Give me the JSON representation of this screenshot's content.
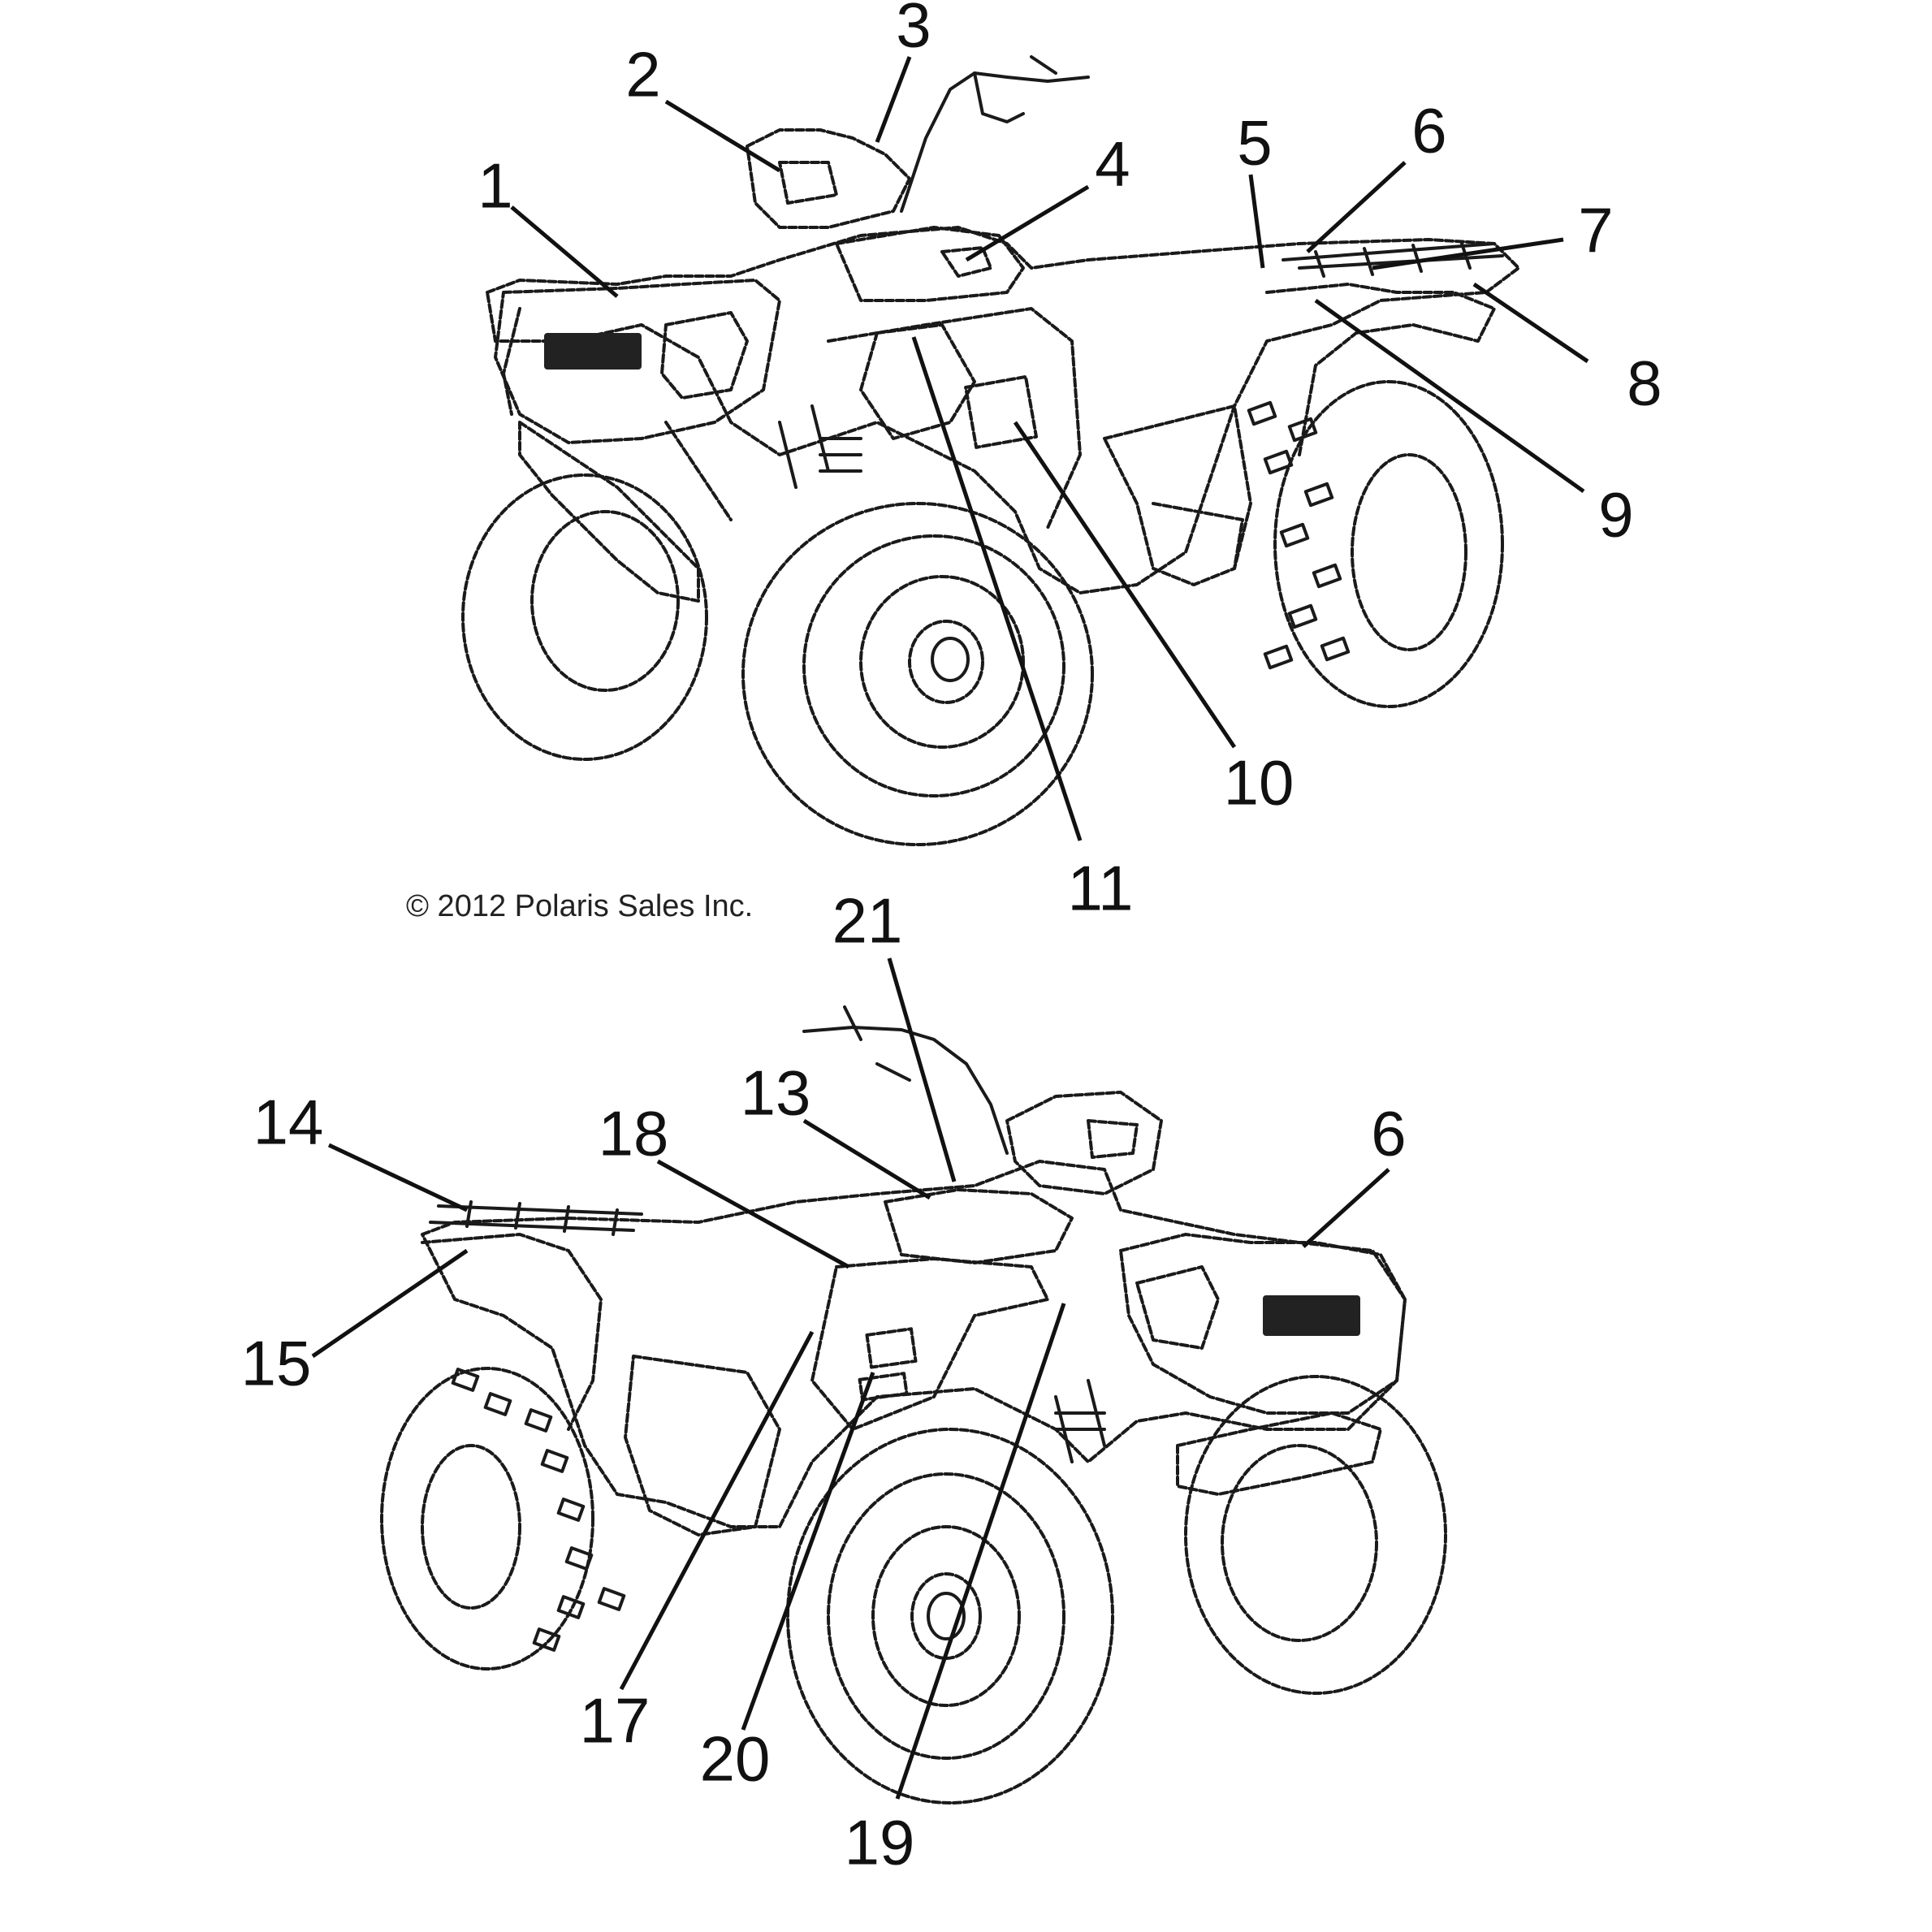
{
  "copyright": "© 2012 Polaris Sales Inc.",
  "colors": {
    "ink": "#1a1a1a",
    "background": "#ffffff"
  },
  "top_view": {
    "callouts": [
      "1",
      "2",
      "3",
      "4",
      "5",
      "6",
      "7",
      "8",
      "9",
      "10",
      "11"
    ]
  },
  "bottom_view": {
    "callouts": [
      "14",
      "18",
      "13",
      "21",
      "6",
      "15",
      "17",
      "20",
      "19"
    ]
  }
}
